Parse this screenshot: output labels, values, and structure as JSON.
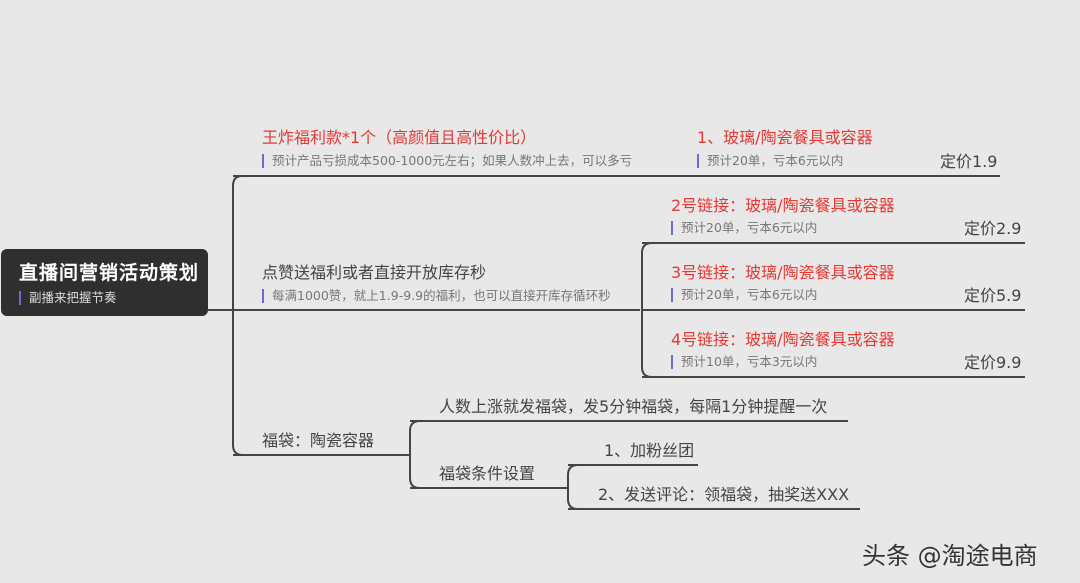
{
  "root": {
    "title": "直播间营销活动策划",
    "subtitle": "副播来把握节奏"
  },
  "branch1": {
    "label": "王炸福利款*1个（高颜值且高性价比）",
    "note": "预计产品亏损成本500-1000元左右；如果人数冲上去，可以多亏",
    "child": {
      "label": "1、玻璃/陶瓷餐具或容器",
      "note": "预计20单，亏本6元以内",
      "price": "定价1.9"
    }
  },
  "branch2": {
    "label": "点赞送福利或者直接开放库存秒",
    "note": "每满1000赞，就上1.9-9.9的福利，也可以直接开库存循环秒",
    "children": [
      {
        "label": "2号链接：玻璃/陶瓷餐具或容器",
        "note": "预计20单，亏本6元以内",
        "price": "定价2.9"
      },
      {
        "label": "3号链接：玻璃/陶瓷餐具或容器",
        "note": "预计20单，亏本6元以内",
        "price": "定价5.9"
      },
      {
        "label": "4号链接：玻璃/陶瓷餐具或容器",
        "note": "预计10单，亏本3元以内",
        "price": "定价9.9"
      }
    ]
  },
  "branch3": {
    "label": "福袋：陶瓷容器",
    "child1": "人数上涨就发福袋，发5分钟福袋，每隔1分钟提醒一次",
    "child2": {
      "label": "福袋条件设置",
      "items": [
        "1、加粉丝团",
        "2、发送评论：领福袋，抽奖送XXX"
      ]
    }
  },
  "watermark": "头条 @淘途电商"
}
